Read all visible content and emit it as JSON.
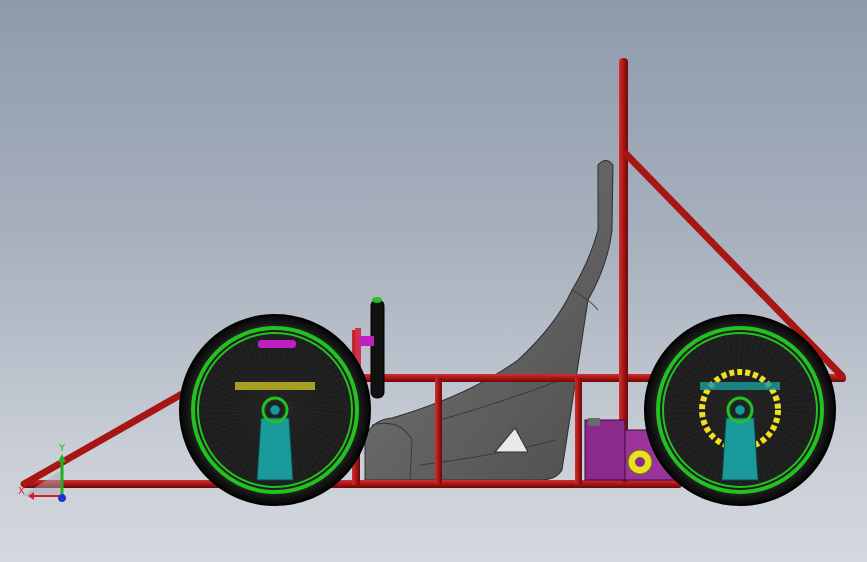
{
  "viewport": {
    "name": "cad-graphics-area",
    "background_top": "#8e9aab",
    "background_bottom": "#d4d8de"
  },
  "model": {
    "description_name": "go-kart-frame-side-view",
    "frame_color": "#b01a1a",
    "tire_color": "#111111",
    "rim_color": "#22c21f",
    "seat_color": "#6a6a6a",
    "accent_colors": {
      "magenta": "#c020c0",
      "teal": "#1a9a9a",
      "yellow": "#f0e020",
      "purple": "#8a2a8a"
    }
  },
  "triad": {
    "x_label": "X",
    "y_label": "Y",
    "x_color": "#d42020",
    "y_color": "#20b020",
    "origin_color": "#2030d0"
  }
}
